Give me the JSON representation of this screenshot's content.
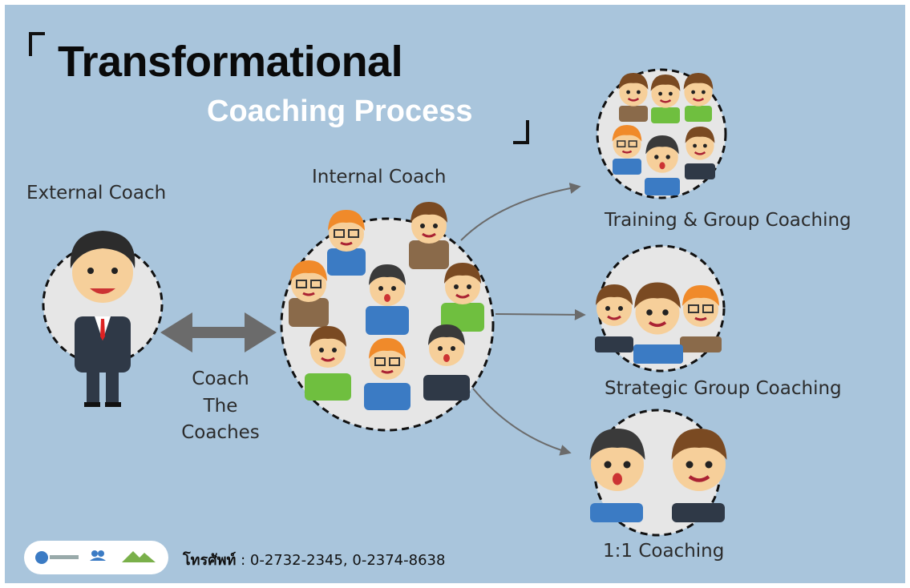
{
  "title": {
    "main": "Transformational",
    "sub": "Coaching Process"
  },
  "external_coach": {
    "label": "External Coach"
  },
  "link_label": [
    "Coach",
    "The",
    "Coaches"
  ],
  "internal_coach": {
    "label": "Internal Coach"
  },
  "outcomes": [
    {
      "label": "Training & Group Coaching"
    },
    {
      "label": "Strategic Group Coaching"
    },
    {
      "label": "1:1 Coaching"
    }
  ],
  "footer": {
    "phone_label": "โทรศัพท์",
    "phone_numbers": " : 0-2732-2345, 0-2374-8638",
    "logos": [
      "training-logo",
      "people-logo",
      "mountain-logo"
    ]
  },
  "colors": {
    "background": "#a9c5dc",
    "circle_fill": "#e6e6e6",
    "arrow": "#6b6b6b",
    "title": "#0a0a0a",
    "subtitle": "#ffffff"
  }
}
